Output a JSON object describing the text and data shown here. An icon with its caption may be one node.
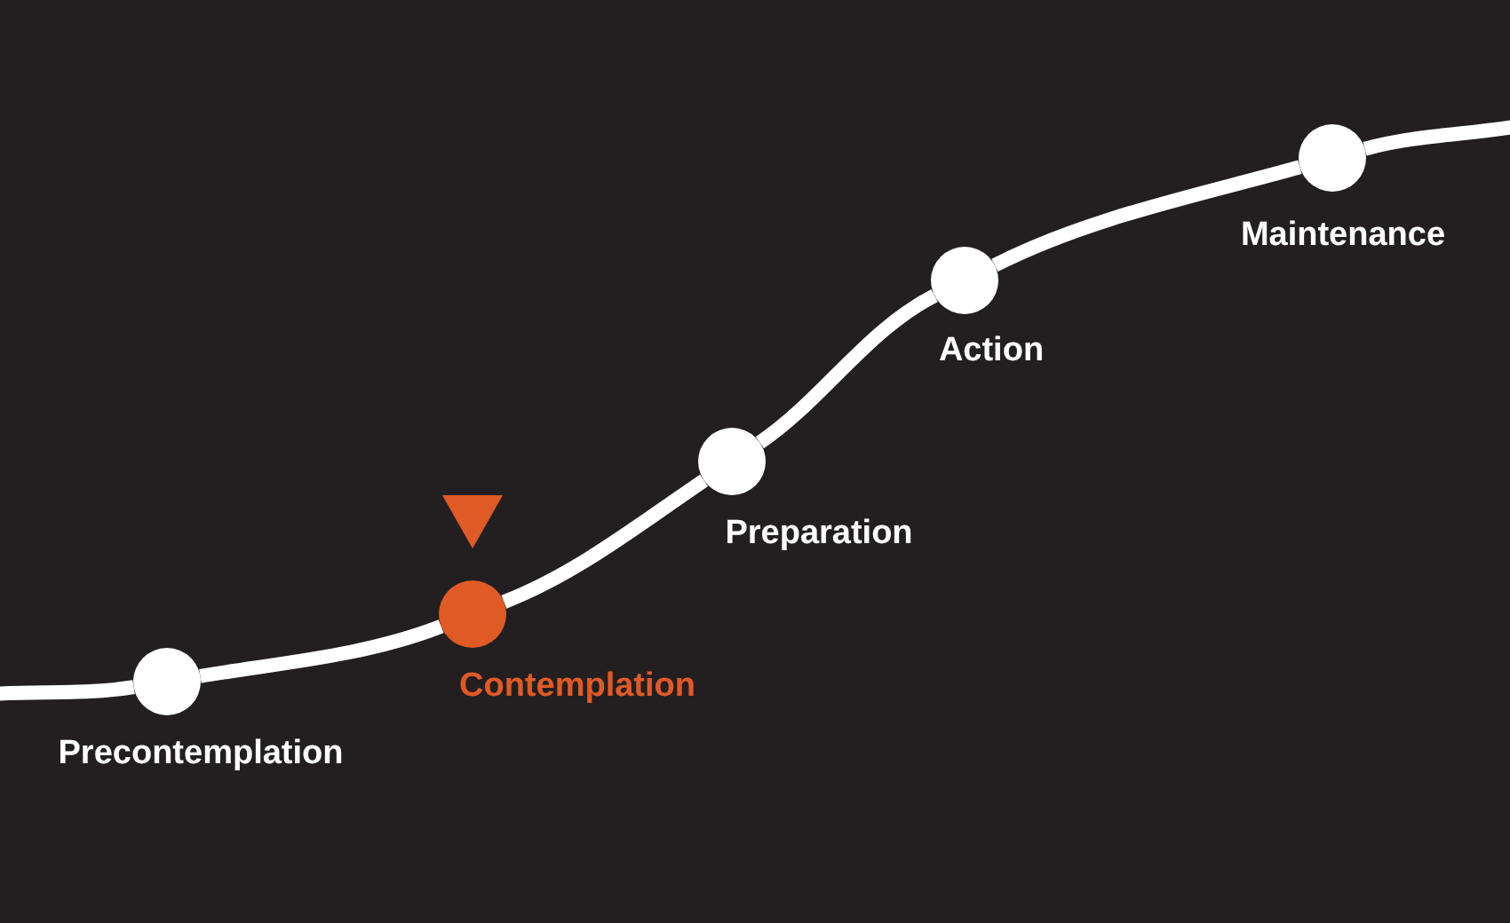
{
  "diagram": {
    "nodes": [
      {
        "text": [
          "Precontemplation"
        ]
      },
      {
        "text": [
          "Contemplation"
        ]
      },
      {
        "text": [
          "Preparation"
        ]
      },
      {
        "text": [
          "Action"
        ]
      },
      {
        "text": [
          "Maintenance"
        ]
      }
    ],
    "edges": [
      {
        "from": null,
        "to": 0,
        "arrow": "none"
      },
      {
        "from": 0,
        "to": 1,
        "arrow": "none"
      },
      {
        "from": 1,
        "to": 2,
        "arrow": "none"
      },
      {
        "from": 2,
        "to": 3,
        "arrow": "none"
      },
      {
        "from": 3,
        "to": 4,
        "arrow": "none"
      },
      {
        "from": 4,
        "to": null,
        "arrow": "none"
      }
    ]
  }
}
